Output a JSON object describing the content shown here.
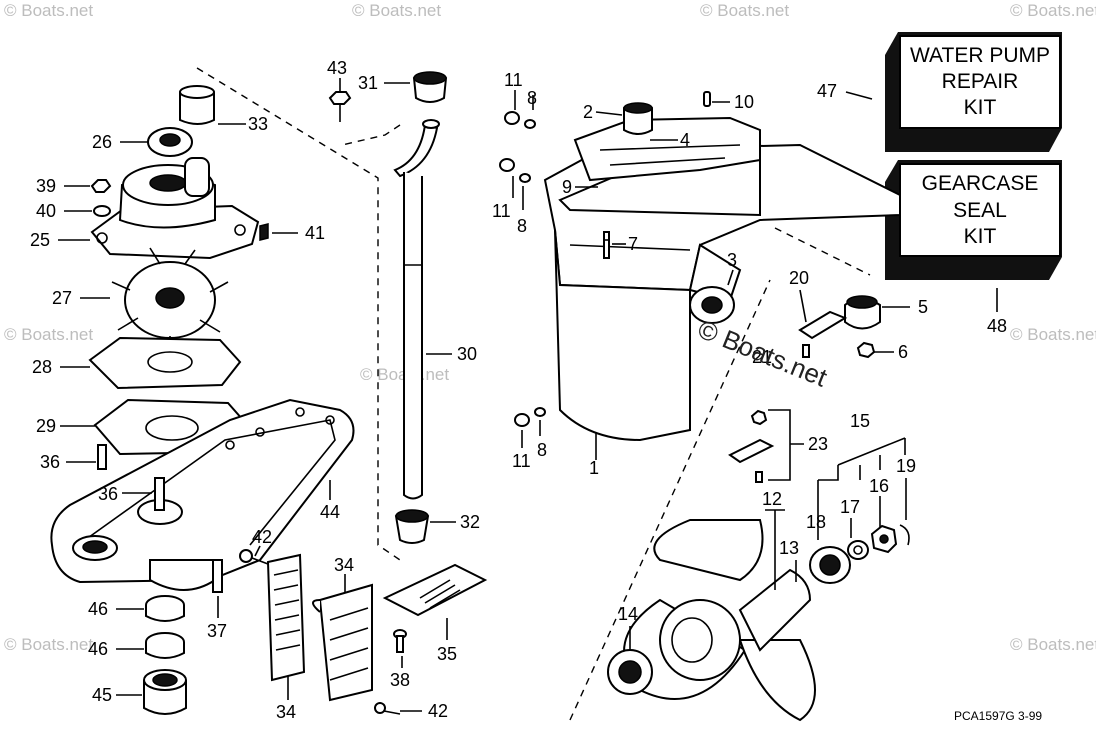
{
  "watermarks": [
    "© Boats.net",
    "© Boats.net",
    "© Boats.net",
    "© Boats.net",
    "© Boats.net",
    "© Boats.net",
    "© Boats.net",
    "© Boats.net",
    "© Boats.net"
  ],
  "center_watermark": "© Boats.net",
  "kits": {
    "water_pump": {
      "line1": "WATER PUMP",
      "line2": "REPAIR",
      "line3": "KIT",
      "ref": "47"
    },
    "gearcase_seal": {
      "line1": "GEARCASE",
      "line2": "SEAL",
      "line3": "KIT",
      "ref": "48"
    }
  },
  "callouts": {
    "c1": "1",
    "c2": "2",
    "c3": "3",
    "c4": "4",
    "c5": "5",
    "c6": "6",
    "c7": "7",
    "c8a": "8",
    "c8b": "8",
    "c8c": "8",
    "c9": "9",
    "c10": "10",
    "c11a": "11",
    "c11b": "11",
    "c11c": "11",
    "c12": "12",
    "c13": "13",
    "c14": "14",
    "c15": "15",
    "c16": "16",
    "c17": "17",
    "c18": "18",
    "c19": "19",
    "c20": "20",
    "c21": "21",
    "c23": "23",
    "c25": "25",
    "c26": "26",
    "c27": "27",
    "c28": "28",
    "c29": "29",
    "c30": "30",
    "c31": "31",
    "c32": "32",
    "c33": "33",
    "c34a": "34",
    "c34b": "34",
    "c35": "35",
    "c36a": "36",
    "c36b": "36",
    "c37": "37",
    "c38": "38",
    "c39": "39",
    "c40": "40",
    "c41": "41",
    "c42a": "42",
    "c42b": "42",
    "c43": "43",
    "c44": "44",
    "c45": "45",
    "c46a": "46",
    "c46b": "46"
  },
  "drawing_code": "PCA1597G  3-99"
}
